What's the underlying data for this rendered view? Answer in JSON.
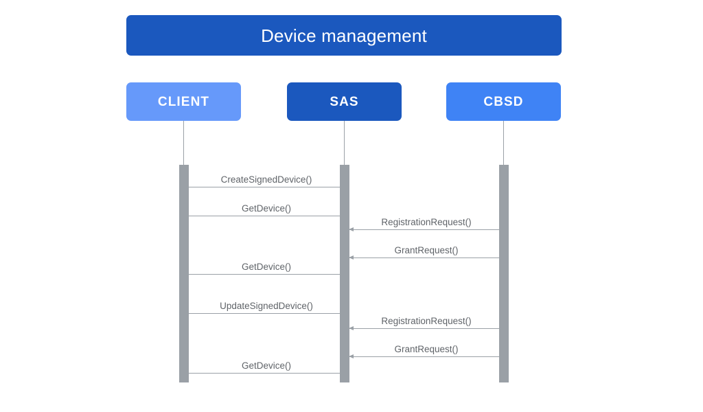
{
  "diagram": {
    "kind": "sequence-diagram",
    "title": "Device management",
    "colors": {
      "title_bar": "#1b58be",
      "client_box": "#6699fa",
      "sas_box": "#1b58be",
      "cbsd_box": "#3f83f5",
      "lifeline": "#9aa0a6",
      "activation": "#9aa0a6",
      "message_line": "#9aa0a6",
      "message_text": "#5f6368",
      "background": "#ffffff"
    },
    "participants": [
      {
        "id": "client",
        "label": "CLIENT",
        "color": "#6699fa"
      },
      {
        "id": "sas",
        "label": "SAS",
        "color": "#1b58be"
      },
      {
        "id": "cbsd",
        "label": "CBSD",
        "color": "#3f83f5"
      }
    ],
    "messages": [
      {
        "label": "CreateSignedDevice()",
        "from": "client",
        "to": "sas",
        "direction": "right"
      },
      {
        "label": "GetDevice()",
        "from": "client",
        "to": "sas",
        "direction": "right"
      },
      {
        "label": "RegistrationRequest()",
        "from": "cbsd",
        "to": "sas",
        "direction": "left"
      },
      {
        "label": "GrantRequest()",
        "from": "cbsd",
        "to": "sas",
        "direction": "left"
      },
      {
        "label": "GetDevice()",
        "from": "client",
        "to": "sas",
        "direction": "right"
      },
      {
        "label": "UpdateSignedDevice()",
        "from": "client",
        "to": "sas",
        "direction": "right"
      },
      {
        "label": "RegistrationRequest()",
        "from": "cbsd",
        "to": "sas",
        "direction": "left"
      },
      {
        "label": "GrantRequest()",
        "from": "cbsd",
        "to": "sas",
        "direction": "left"
      },
      {
        "label": "GetDevice()",
        "from": "client",
        "to": "sas",
        "direction": "right"
      }
    ]
  }
}
